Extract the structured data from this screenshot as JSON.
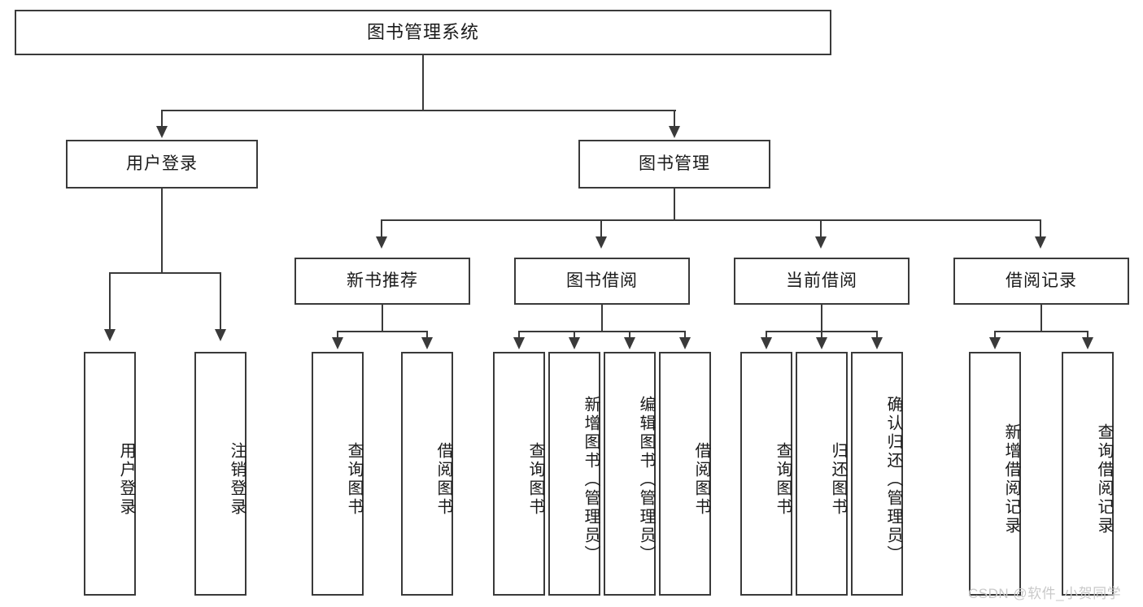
{
  "diagram": {
    "title": "图书管理系统",
    "type": "tree-structure-chart",
    "root": {
      "label": "图书管理系统"
    },
    "level2": [
      {
        "label": "用户登录"
      },
      {
        "label": "图书管理"
      }
    ],
    "level3": [
      {
        "label": "新书推荐"
      },
      {
        "label": "图书借阅"
      },
      {
        "label": "当前借阅"
      },
      {
        "label": "借阅记录"
      }
    ],
    "leaves": {
      "user_login": [
        {
          "label": "用户登录"
        },
        {
          "label": "注销登录"
        }
      ],
      "new_book_recommend": [
        {
          "label": "查询图书"
        },
        {
          "label": "借阅图书"
        }
      ],
      "book_borrow": [
        {
          "label": "查询图书"
        },
        {
          "label": "新增图书（管理员）"
        },
        {
          "label": "编辑图书（管理员）"
        },
        {
          "label": "借阅图书"
        }
      ],
      "current_borrow": [
        {
          "label": "查询图书"
        },
        {
          "label": "归还图书"
        },
        {
          "label": "确认归还（管理员）"
        }
      ],
      "borrow_record": [
        {
          "label": "新增借阅记录"
        },
        {
          "label": "查询借阅记录"
        }
      ]
    },
    "watermark": "CSDN @软件_小贺同学",
    "colors": {
      "stroke": "#3a3a3a",
      "fill": "#ffffff",
      "text": "#1a1a1a",
      "watermark": "#c9c9c9"
    }
  }
}
